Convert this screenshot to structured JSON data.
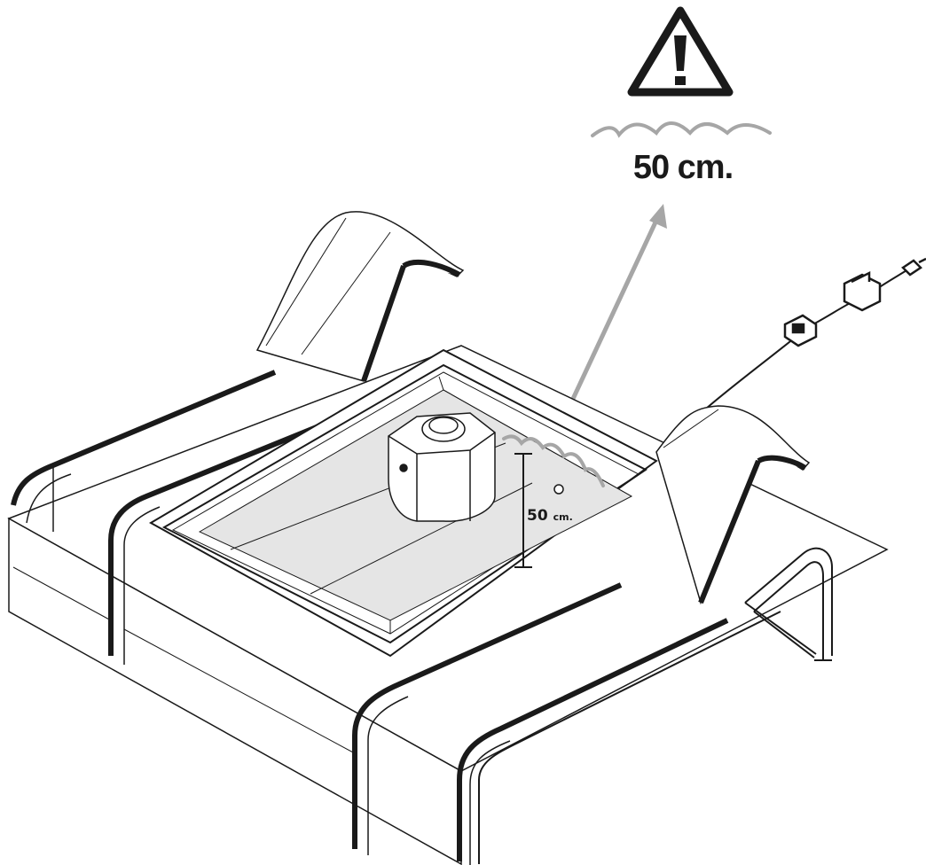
{
  "callout": {
    "warning_icon": "warning-triangle-icon",
    "water_icon": "water-wave-icon",
    "value": "50",
    "unit": "cm.",
    "label": "50 cm."
  },
  "depth_marker": {
    "value": "50",
    "unit": "cm."
  },
  "colors": {
    "outline": "#1a1a1a",
    "water": "#e5e5e5",
    "arrow": "#a6a6a6",
    "background": "#ffffff"
  }
}
